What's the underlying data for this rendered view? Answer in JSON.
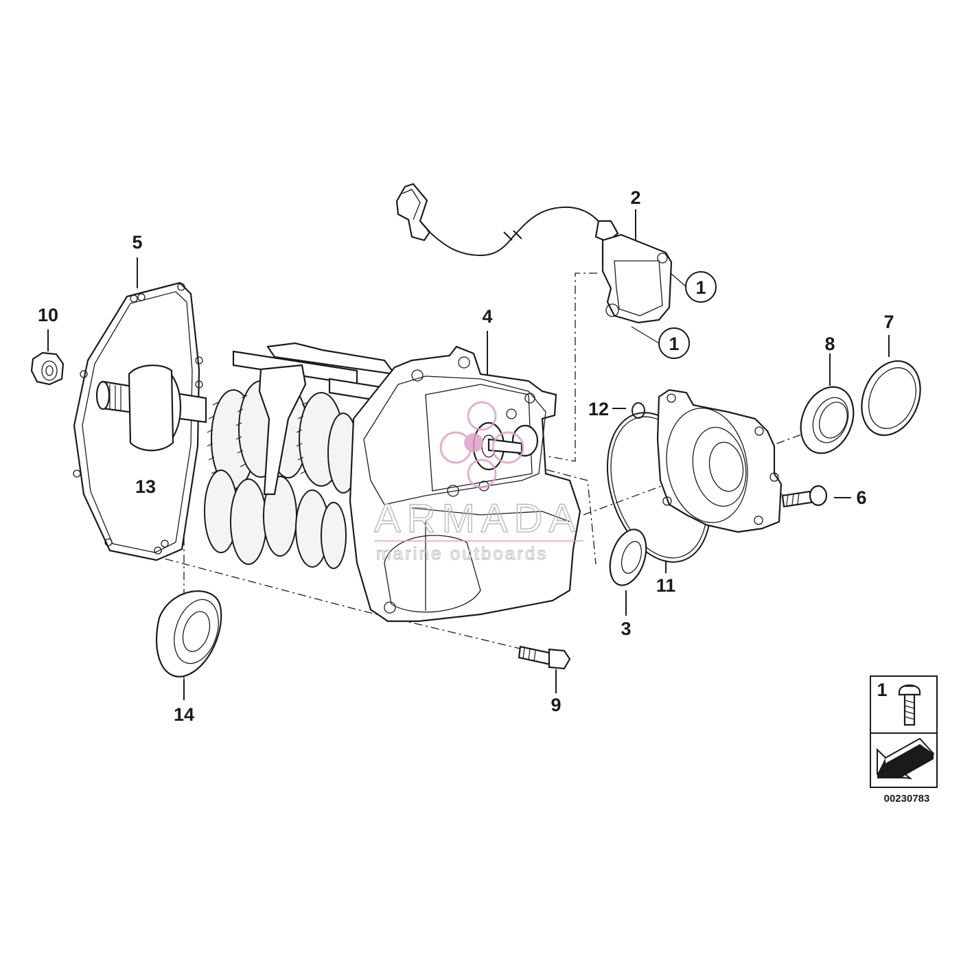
{
  "diagram": {
    "callouts": {
      "c1a": "1",
      "c1b": "1",
      "c2": "2",
      "c3": "3",
      "c4": "4",
      "c5": "5",
      "c6": "6",
      "c7": "7",
      "c8": "8",
      "c9": "9",
      "c10": "10",
      "c11": "11",
      "c12": "12",
      "c13": "13",
      "c14": "14"
    },
    "legend": {
      "item_number": "1"
    },
    "reference_number": "00230783"
  },
  "watermark": {
    "brand": "ARMADA",
    "tagline": "marine outboards"
  },
  "colors": {
    "line": "#1a1a1a",
    "watermark_logo": "#e0a0c8",
    "watermark_text": "#b9b9b9"
  }
}
